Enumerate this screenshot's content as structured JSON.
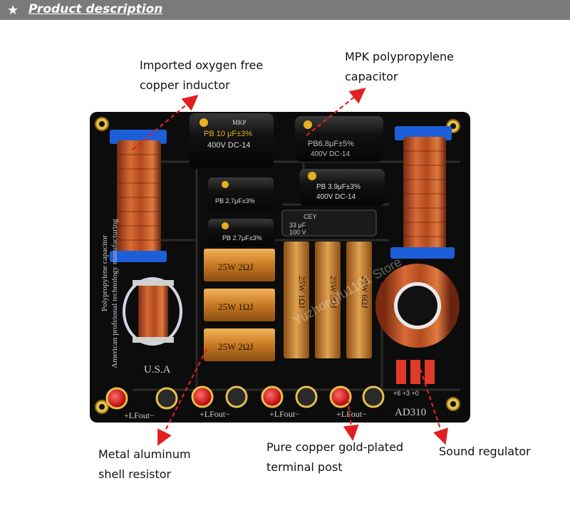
{
  "header": {
    "icon": "star-icon",
    "title": "Product description"
  },
  "labels": {
    "inductor_line1": "Imported oxygen free",
    "inductor_line2": "copper inductor",
    "capacitor_line1": "MPK polypropylene",
    "capacitor_line2": "capacitor",
    "resistor_line1": "Metal aluminum",
    "resistor_line2": "shell resistor",
    "terminal_line1": "Pure copper gold-plated",
    "terminal_line2": "terminal post",
    "regulator": "Sound regulator"
  },
  "board": {
    "model": "AD310",
    "country": "U.S.A",
    "side_text_1": "Polypropylene capacitor",
    "side_text_2": "American profeional technology manufacturing",
    "cap_top_brand": "MKP",
    "cap_top_value": "PB 10 μF±3%",
    "cap_top_voltage": "400V DC-14",
    "cap_right_value": "PB6.8μF±5%",
    "cap_right_voltage": "400V DC-14",
    "cap_mid_value": "PB 3.9μF±3%",
    "cap_mid_voltage": "400V DC-14",
    "cap_small_value": "PB 2.7μF±3%",
    "cap_small2_value": "PB 2.7μF±3%",
    "cap_grey_brand": "CEY",
    "cap_grey_value": "33 μF",
    "cap_grey_voltage": "100 V",
    "resistor_1": "25W 2ΩJ",
    "resistor_2": "25W 1ΩJ",
    "resistor_3": "25W 2ΩJ",
    "resistor_v1": "25W 1ΩJ",
    "resistor_v2": "25W 3ΩJ",
    "resistor_v3": "25W 6ΩJ",
    "terminal_1": "+LFout−",
    "terminal_2": "+LFout−",
    "terminal_3": "+LFout−",
    "terminal_4": "+LFout−",
    "jumper_labels": "+6 +3 +0",
    "watermark": "Yuzhongfu1101 Store"
  }
}
